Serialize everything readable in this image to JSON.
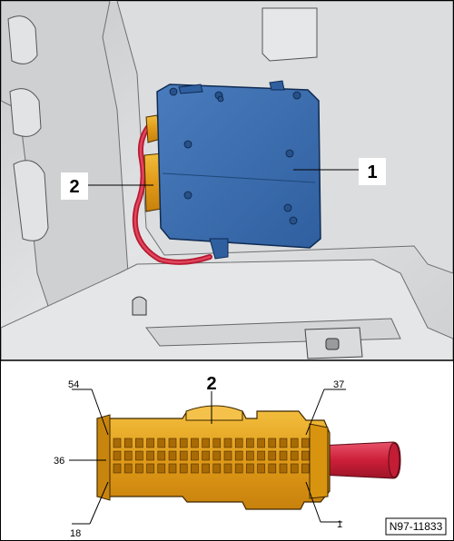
{
  "top_view": {
    "callout_1": "1",
    "callout_2": "2"
  },
  "connector_view": {
    "callout_2": "2",
    "pin_54": "54",
    "pin_37": "37",
    "pin_36": "36",
    "pin_18": "18",
    "pin_1": "1"
  },
  "figure_code": "N97-11833",
  "colors": {
    "module_blue": "#3d6fb0",
    "connector_orange": "#e0a21c",
    "wire_red": "#d0223a",
    "panel_gray": "#d9dadb"
  }
}
